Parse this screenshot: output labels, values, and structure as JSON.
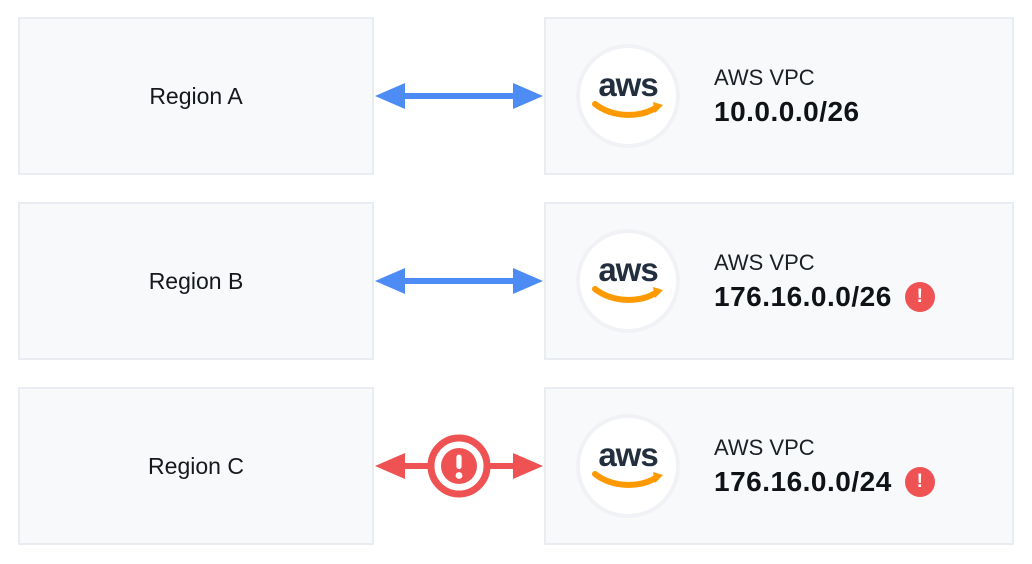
{
  "colors": {
    "card_bg": "#f8f9fb",
    "card_border": "#e9edf2",
    "arrow_blue": "#4d8cf5",
    "error_red": "#ee5253",
    "aws_navy": "#232f3e",
    "aws_orange": "#ff9900"
  },
  "aws_logo": {
    "text": "aws"
  },
  "error_glyph": "!",
  "rows": [
    {
      "region": "Region A",
      "vpc_label": "AWS VPC",
      "cidr": "10.0.0.0/26",
      "connection_ok": true,
      "connection_error": false,
      "cidr_error": false
    },
    {
      "region": "Region B",
      "vpc_label": "AWS VPC",
      "cidr": "176.16.0.0/26",
      "connection_ok": true,
      "connection_error": false,
      "cidr_error": true
    },
    {
      "region": "Region C",
      "vpc_label": "AWS VPC",
      "cidr": "176.16.0.0/24",
      "connection_ok": false,
      "connection_error": true,
      "cidr_error": true
    }
  ]
}
